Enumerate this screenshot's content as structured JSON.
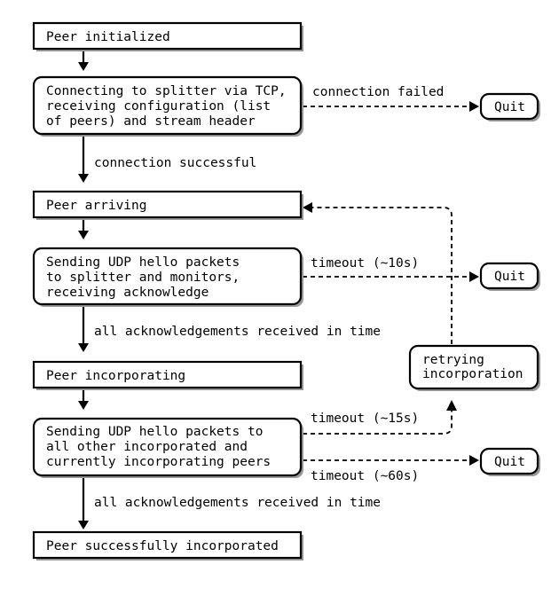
{
  "nodes": {
    "peer_initialized": [
      "Peer initialized"
    ],
    "connecting": [
      "Connecting to splitter via TCP,",
      "receiving configuration (list",
      "of peers) and stream header"
    ],
    "quit_1": [
      "Quit"
    ],
    "peer_arriving": [
      "Peer arriving"
    ],
    "sending_hello_splitter": [
      "Sending UDP hello packets",
      "to splitter and monitors,",
      "receiving acknowledge"
    ],
    "quit_2": [
      "Quit"
    ],
    "peer_incorporating": [
      "Peer incorporating"
    ],
    "retrying": [
      "retrying",
      "incorporation"
    ],
    "sending_hello_peers": [
      "Sending UDP hello packets to",
      "all other incorporated and",
      "currently incorporating peers"
    ],
    "quit_3": [
      "Quit"
    ],
    "peer_incorporated": [
      "Peer successfully incorporated"
    ]
  },
  "edge_labels": {
    "connection_failed": "connection failed",
    "connection_successful": "connection successful",
    "timeout_10s": "timeout (~10s)",
    "all_ack_1": "all acknowledgements received in time",
    "timeout_15s": "timeout (~15s)",
    "timeout_60s": "timeout (~60s)",
    "all_ack_2": "all acknowledgements received in time"
  }
}
